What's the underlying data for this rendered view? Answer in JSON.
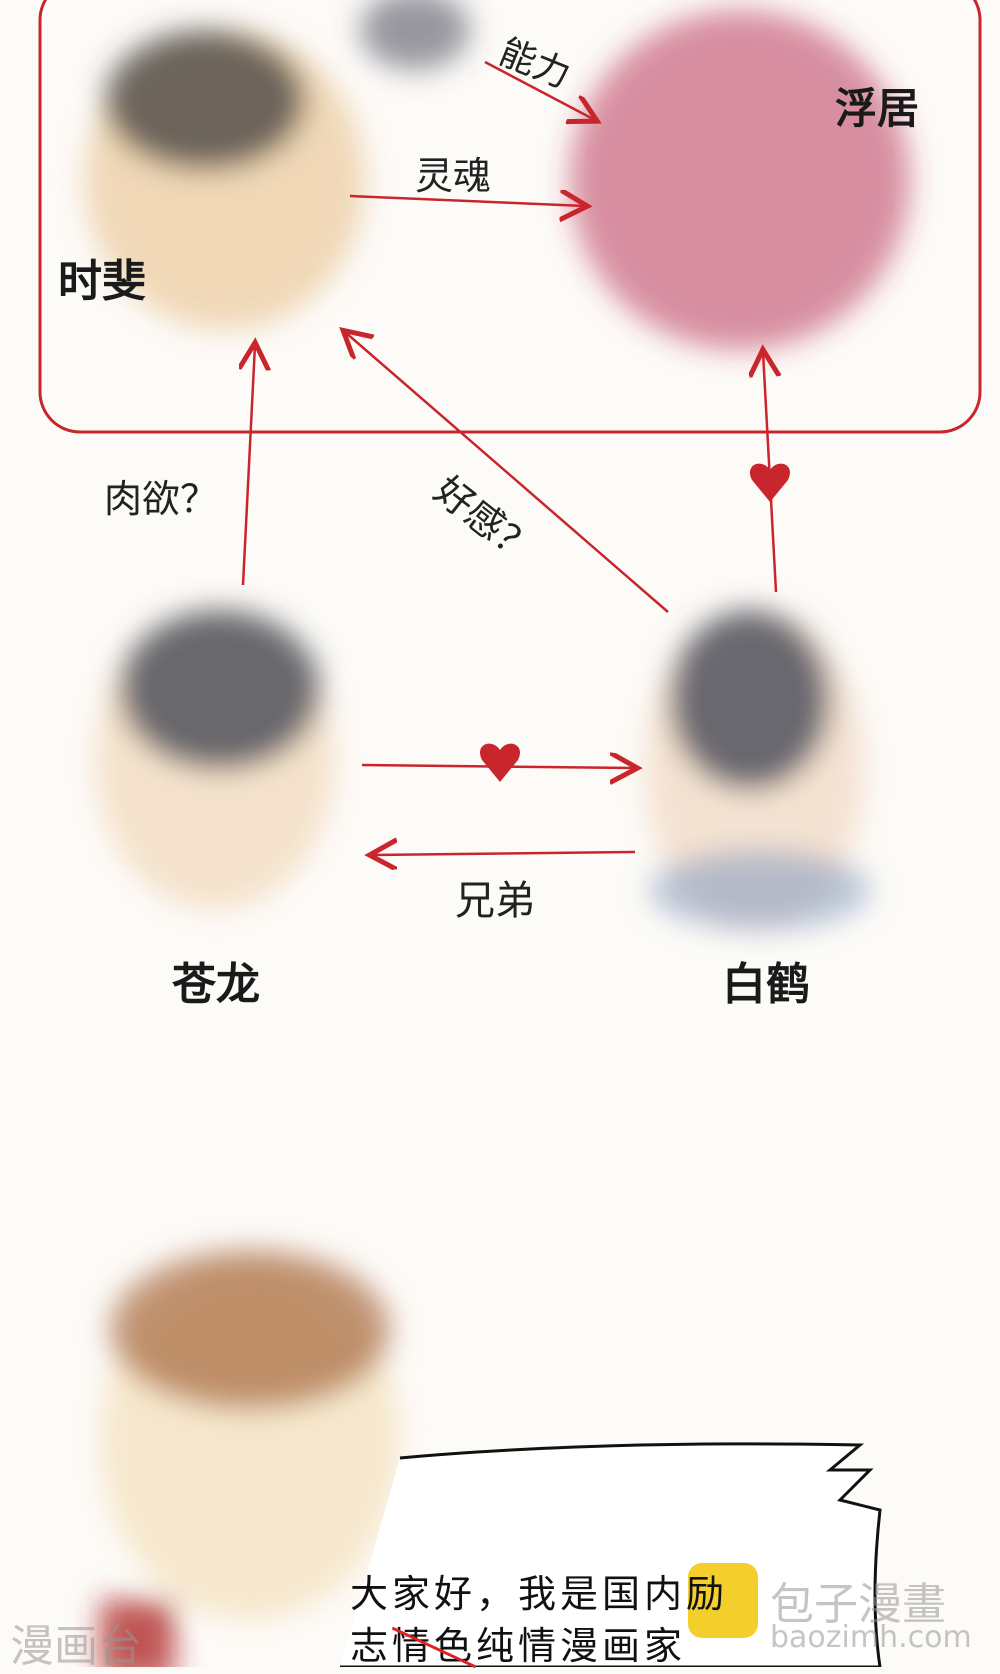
{
  "diagram": {
    "characters": [
      {
        "name": "时斐"
      },
      {
        "name": "浮居"
      },
      {
        "name": "苍龙"
      },
      {
        "name": "白鹤"
      }
    ],
    "relations": [
      {
        "label": "能力"
      },
      {
        "label": "灵魂"
      },
      {
        "label": "肉欲？"
      },
      {
        "label": "好感？"
      },
      {
        "label": "兄弟"
      }
    ],
    "accent_color": "#c8262c"
  },
  "speech_bubble": {
    "line1": "大家好，我是国内励",
    "line2_struck": "情色",
    "line2_prefix": "志",
    "line2_suffix": "纯情漫画家"
  },
  "watermarks": {
    "left": "漫画台",
    "right_top": "包子漫畫",
    "right_bottom": "baozimh.com"
  }
}
